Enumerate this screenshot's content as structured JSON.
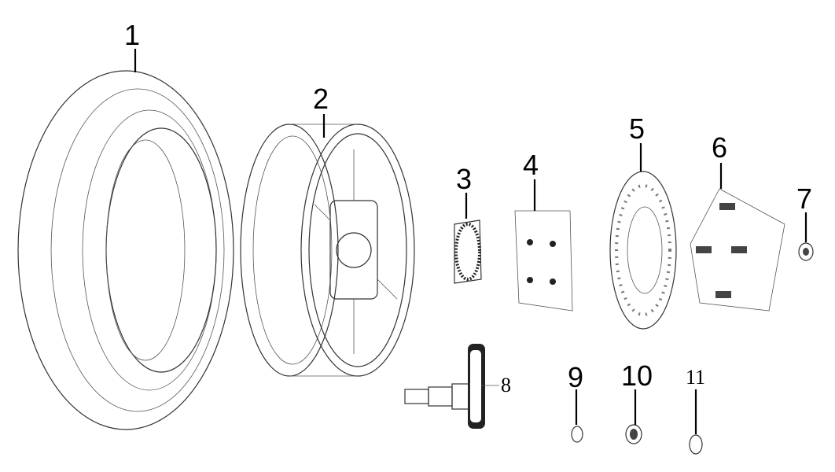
{
  "diagram": {
    "callouts": [
      {
        "number": "1",
        "part": "tire"
      },
      {
        "number": "2",
        "part": "rim"
      },
      {
        "number": "3",
        "part": "ring"
      },
      {
        "number": "4",
        "part": "bolt-set"
      },
      {
        "number": "5",
        "part": "brake-disc"
      },
      {
        "number": "6",
        "part": "bolt-set"
      },
      {
        "number": "7",
        "part": "nut"
      },
      {
        "number": "8",
        "part": "valve"
      },
      {
        "number": "9",
        "part": "washer"
      },
      {
        "number": "10",
        "part": "nut"
      },
      {
        "number": "11",
        "part": "ring"
      }
    ],
    "colors": {
      "line": "#333333",
      "label": "#000000",
      "background": "#ffffff"
    }
  }
}
